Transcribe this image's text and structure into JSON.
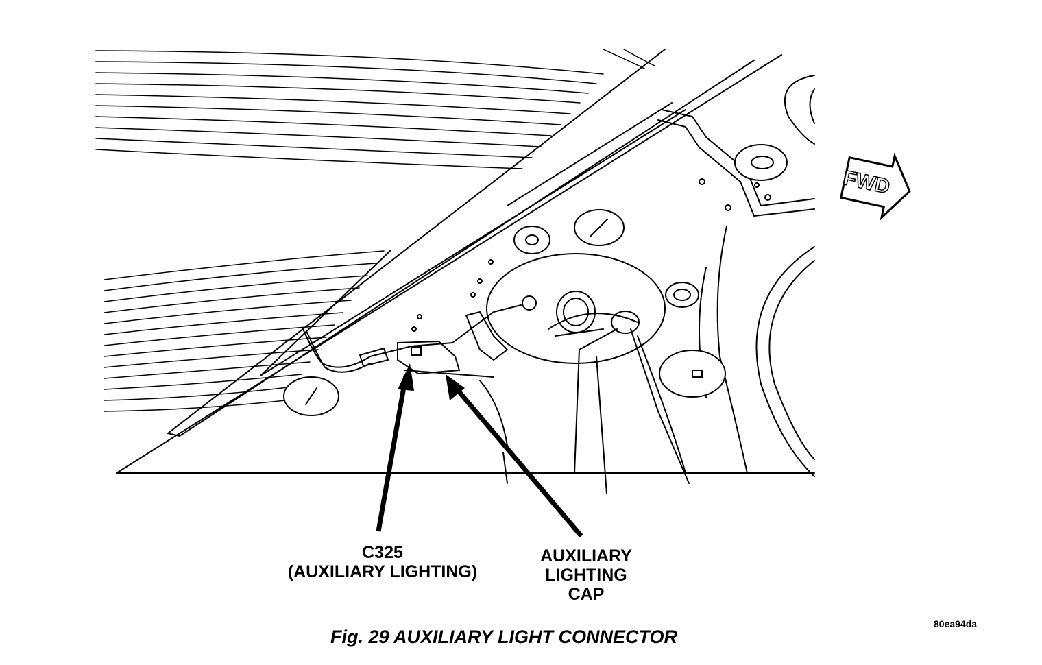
{
  "labels": {
    "c325_line1": "C325",
    "c325_line2": "(AUXILIARY LIGHTING)",
    "cap_line1": "AUXILIARY",
    "cap_line2": "LIGHTING",
    "cap_line3": "CAP",
    "fwd": "FWD"
  },
  "image_code": "80ea94da",
  "caption": "Fig. 29 AUXILIARY LIGHT CONNECTOR",
  "colors": {
    "line": "#000000",
    "background": "#ffffff"
  }
}
